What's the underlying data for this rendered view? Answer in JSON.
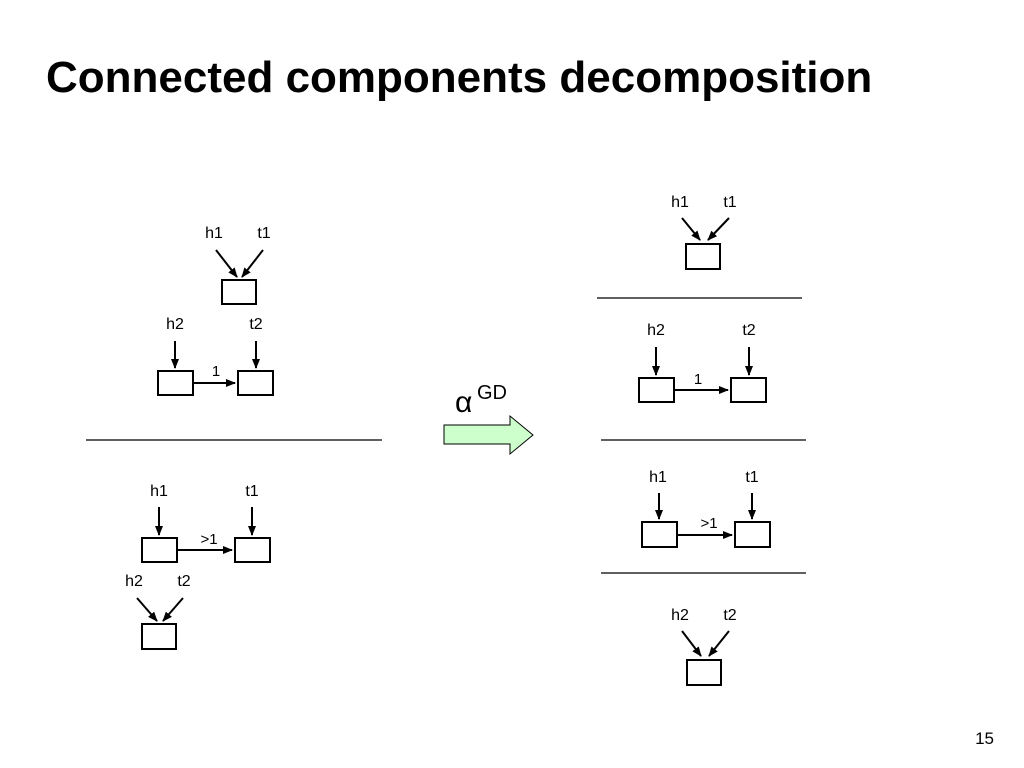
{
  "title": "Connected components decomposition",
  "page_number": "15",
  "operator": {
    "symbol": "α",
    "superscript": "GD",
    "arrow_color": "#ccffcc"
  },
  "left": {
    "upper": {
      "top": {
        "h_label": "h1",
        "t_label": "t1"
      },
      "pair": {
        "h_label": "h2",
        "t_label": "t2",
        "edge_label": "1"
      }
    },
    "lower": {
      "pair": {
        "h_label": "h1",
        "t_label": "t1",
        "edge_label": ">1"
      },
      "bottom": {
        "h_label": "h2",
        "t_label": "t2"
      }
    }
  },
  "right": {
    "part1": {
      "h_label": "h1",
      "t_label": "t1"
    },
    "part2": {
      "h_label": "h2",
      "t_label": "t2",
      "edge_label": "1"
    },
    "part3": {
      "h_label": "h1",
      "t_label": "t1",
      "edge_label": ">1"
    },
    "part4": {
      "h_label": "h2",
      "t_label": "t2"
    }
  }
}
